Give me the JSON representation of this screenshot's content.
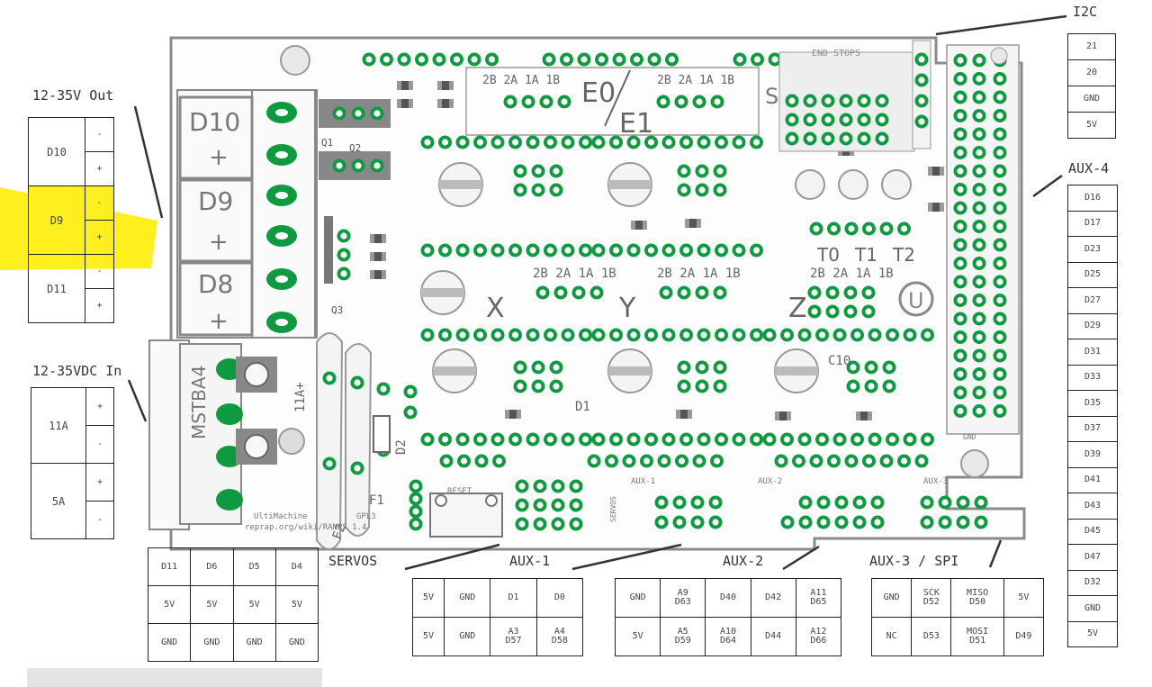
{
  "colors": {
    "pcb_green": "#0e9b40",
    "outline": "#8a8a8a",
    "highlight": "#ffef1c",
    "text": "#333333"
  },
  "labels": {
    "out_title": "12-35V Out",
    "in_title": "12-35VDC In",
    "i2c": "I2C",
    "aux4": "AUX-4",
    "servos": "SERVOS",
    "aux1": "AUX-1",
    "aux2": "AUX-2",
    "aux3": "AUX-3 / SPI"
  },
  "board_text": {
    "e0": "E0",
    "e1": "E1",
    "x": "X",
    "y": "Y",
    "z": "Z",
    "stepper_pins": "2B 2A 1A 1B",
    "d10": "D10",
    "d9": "D9",
    "d8": "D8",
    "plus": "+",
    "q1": "Q1",
    "q2": "Q2",
    "q3": "Q3",
    "mstba4": "MSTBA4",
    "a11": "11A+",
    "a5": "5A",
    "f1": "F1",
    "f2": "F2",
    "d2": "D2",
    "t0": "T0",
    "t1": "T1",
    "t2": "T2",
    "endstops": "END STOPS",
    "u_logo": "U",
    "aux1_board": "AUX-1",
    "aux2_board": "AUX-2",
    "aux3_board": "AUX-3",
    "reset": "RESET",
    "servos_board": "SERVOS",
    "gnd": "GND",
    "ultimachine": "UltiMachine",
    "reprap_url": "reprap.org/wiki/RAMPS 1.4",
    "gpl": "GPL3",
    "c10": "C10",
    "d1": "D1"
  },
  "out_table": [
    [
      "D10",
      "-"
    ],
    [
      "",
      "+"
    ],
    [
      "D9",
      "-"
    ],
    [
      "",
      "+"
    ],
    [
      "D11",
      "-"
    ],
    [
      "",
      "+"
    ]
  ],
  "in_table": [
    [
      "11A",
      "+"
    ],
    [
      "",
      "-"
    ],
    [
      "5A",
      "+"
    ],
    [
      "",
      "-"
    ]
  ],
  "i2c_pins": [
    "21",
    "20",
    "GND",
    "5V"
  ],
  "aux4_pins": [
    "D16",
    "D17",
    "D23",
    "D25",
    "D27",
    "D29",
    "D31",
    "D33",
    "D35",
    "D37",
    "D39",
    "D41",
    "D43",
    "D45",
    "D47",
    "D32",
    "GND",
    "5V"
  ],
  "servo_table": [
    [
      "D11",
      "D6",
      "D5",
      "D4"
    ],
    [
      "5V",
      "5V",
      "5V",
      "5V"
    ],
    [
      "GND",
      "GND",
      "GND",
      "GND"
    ]
  ],
  "aux1_table": [
    [
      "5V",
      "GND",
      "D1",
      "D0"
    ],
    [
      "5V",
      "GND",
      "A3\nD57",
      "A4\nD58"
    ]
  ],
  "aux2_table": [
    [
      "GND",
      "A9\nD63",
      "D40",
      "D42",
      "A11\nD65"
    ],
    [
      "5V",
      "A5\nD59",
      "A10\nD64",
      "D44",
      "A12\nD66"
    ]
  ],
  "aux3_table": [
    [
      "GND",
      "SCK\nD52",
      "MISO\nD50",
      "5V"
    ],
    [
      "NC",
      "D53",
      "MOSI\nD51",
      "D49"
    ]
  ]
}
